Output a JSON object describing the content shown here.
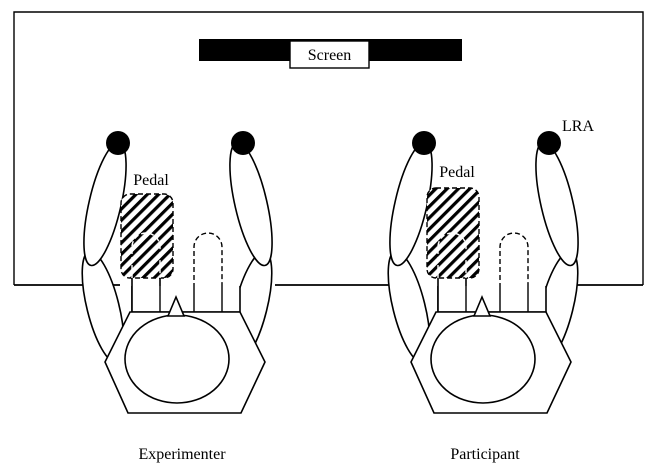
{
  "labels": {
    "screen": "Screen",
    "lra": "LRA",
    "pedal_left": "Pedal",
    "pedal_right": "Pedal",
    "experimenter": "Experimenter",
    "participant": "Participant"
  },
  "colors": {
    "line": "#000000",
    "fill": "#ffffff",
    "screen_bar": "#000000",
    "lra_dot": "#000000"
  }
}
